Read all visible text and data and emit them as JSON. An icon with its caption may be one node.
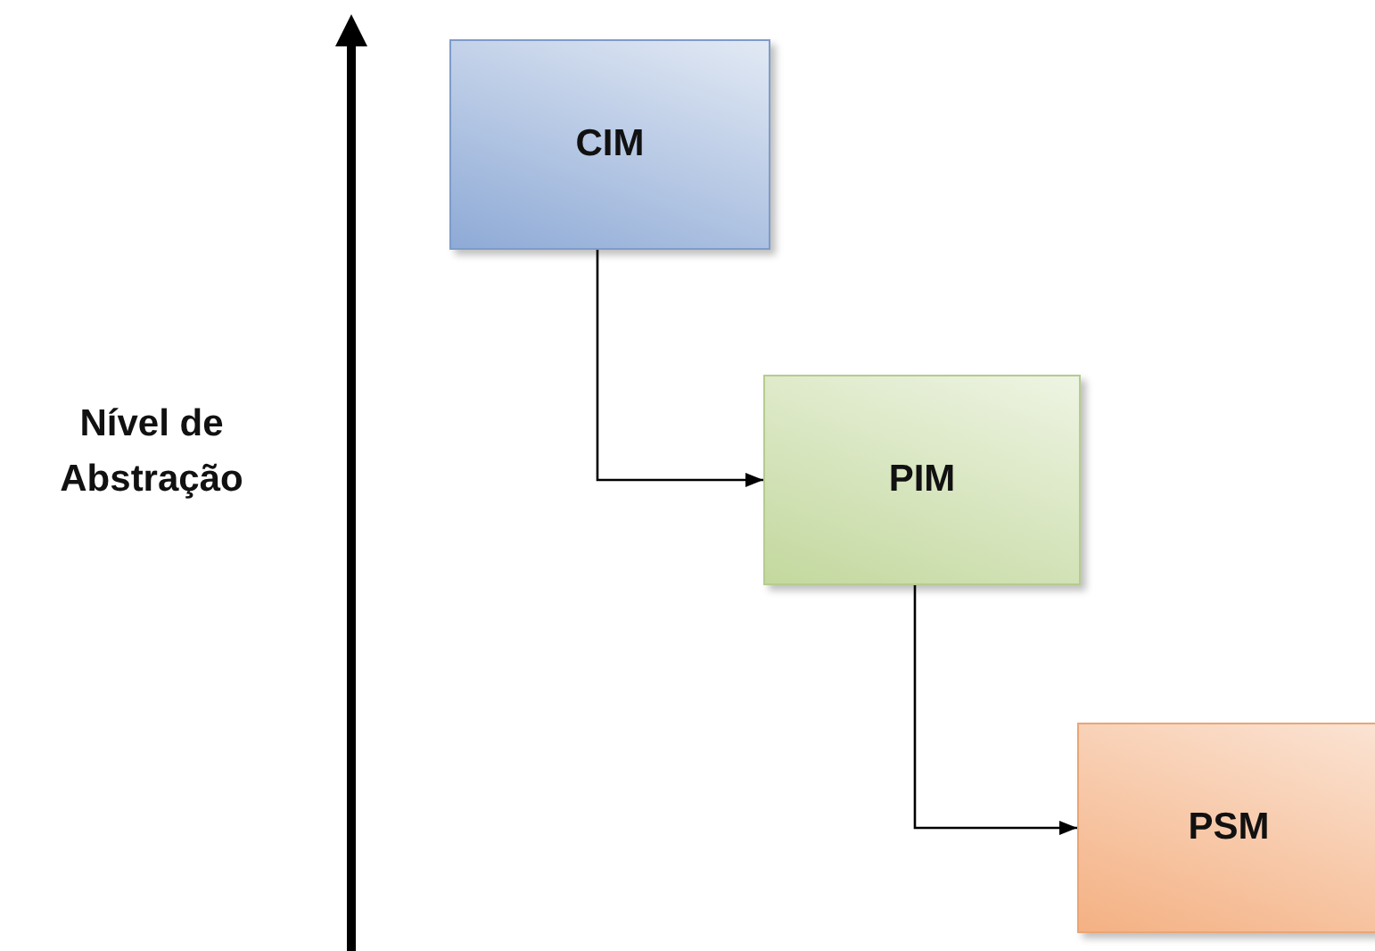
{
  "diagram": {
    "nodes": [
      {
        "text": [
          "CIM"
        ]
      },
      {
        "text": [
          "PIM"
        ]
      },
      {
        "text": [
          "PSM"
        ]
      }
    ],
    "edges": [
      {
        "from": 0,
        "to": 1,
        "arrow": "to"
      },
      {
        "from": 1,
        "to": 2,
        "arrow": "to"
      }
    ],
    "labels": [
      "Nível de Abstração"
    ]
  }
}
